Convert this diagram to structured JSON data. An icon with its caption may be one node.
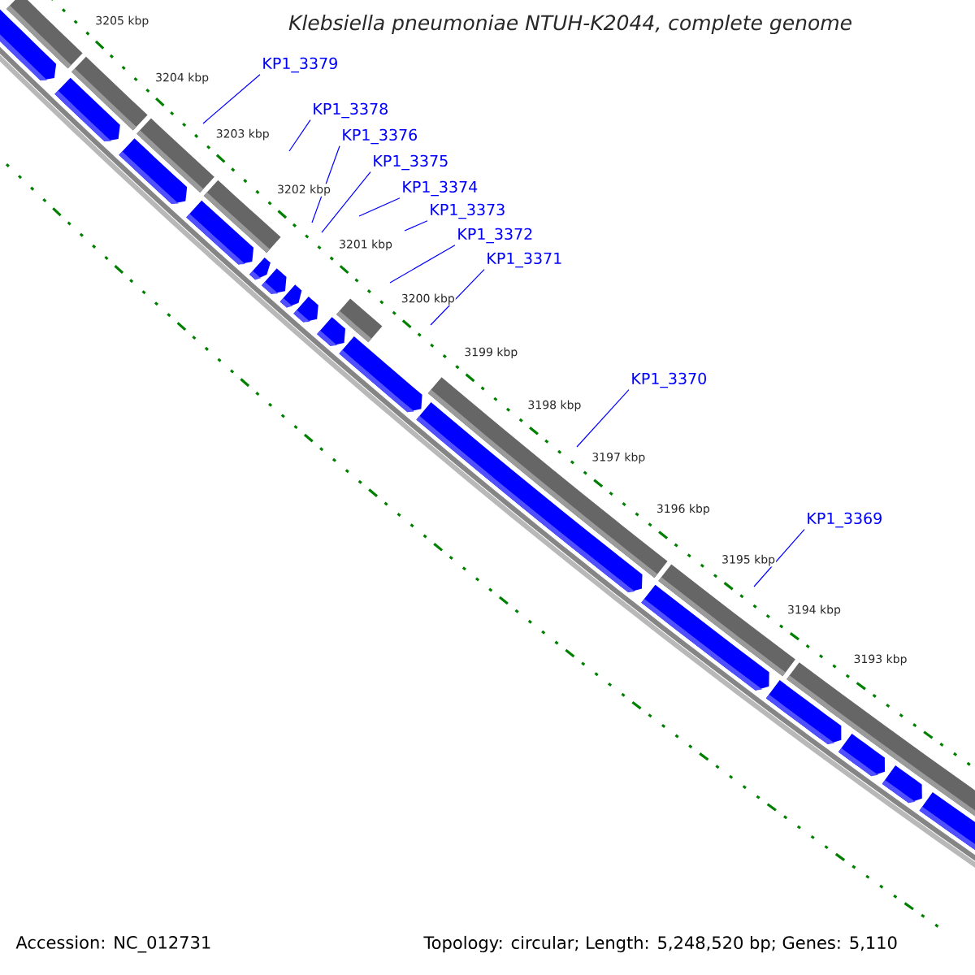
{
  "diagram": {
    "title": "Klebsiella pneumoniae NTUH-K2044, complete genome",
    "nodes": [
      {
        "text": [
          "KP1_3379"
        ]
      },
      {
        "text": [
          "KP1_3378"
        ]
      },
      {
        "text": [
          "KP1_3376"
        ]
      },
      {
        "text": [
          "KP1_3375"
        ]
      },
      {
        "text": [
          "KP1_3374"
        ]
      },
      {
        "text": [
          "KP1_3373"
        ]
      },
      {
        "text": [
          "KP1_3372"
        ]
      },
      {
        "text": [
          "KP1_3371"
        ]
      },
      {
        "text": [
          "KP1_3370"
        ]
      },
      {
        "text": [
          "KP1_3369"
        ]
      }
    ],
    "edges": [
      {
        "from": 0,
        "to": null,
        "arrow": "none"
      },
      {
        "from": 1,
        "to": null,
        "arrow": "none"
      },
      {
        "from": 2,
        "to": null,
        "arrow": "none"
      },
      {
        "from": 3,
        "to": null,
        "arrow": "none"
      },
      {
        "from": 4,
        "to": null,
        "arrow": "none"
      },
      {
        "from": 5,
        "to": null,
        "arrow": "none"
      },
      {
        "from": 6,
        "to": null,
        "arrow": "none"
      },
      {
        "from": 7,
        "to": null,
        "arrow": "none"
      },
      {
        "from": 8,
        "to": null,
        "arrow": "none"
      },
      {
        "from": 9,
        "to": null,
        "arrow": "none"
      }
    ],
    "labels": [
      "3205 kbp",
      "3204 kbp",
      "3203 kbp",
      "3202 kbp",
      "3201 kbp",
      "3200 kbp",
      "3199 kbp",
      "3198 kbp",
      "3197 kbp",
      "3196 kbp",
      "3195 kbp",
      "3194 kbp",
      "3193 kbp",
      "Accession: NC_012731",
      "Topology: circular; Length: 5,248,520 bp; Genes: 5,110"
    ]
  }
}
